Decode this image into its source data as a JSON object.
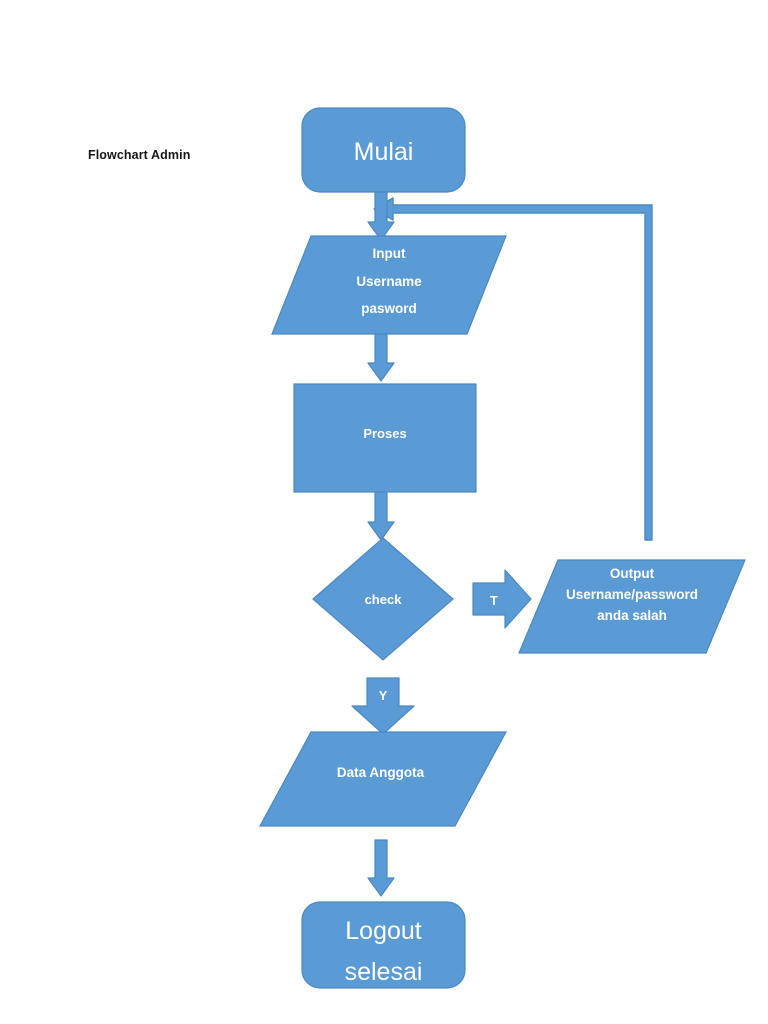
{
  "document": {
    "title": "Flowchart Admin",
    "background_color": "#ffffff"
  },
  "theme": {
    "shape_fill": "#5B9BD5",
    "shape_stroke": "#4A89C2",
    "connector_fill": "#5B9BD5",
    "connector_stroke": "#4A89C2",
    "text_color": "#ffffff",
    "title_color": "#181818"
  },
  "diagram": {
    "type": "flowchart",
    "title": "Flowchart Admin",
    "nodes": [
      {
        "id": "mulai",
        "shape": "rounded-rectangle",
        "role": "terminator-start",
        "label": "Mulai"
      },
      {
        "id": "input-login",
        "shape": "parallelogram",
        "role": "input",
        "label": "Input\nUsername\npasword",
        "lines": [
          "Input",
          "Username",
          "pasword"
        ]
      },
      {
        "id": "proses",
        "shape": "rectangle",
        "role": "process",
        "label": "Proses"
      },
      {
        "id": "check",
        "shape": "diamond",
        "role": "decision",
        "label": "check"
      },
      {
        "id": "output-salah",
        "shape": "parallelogram",
        "role": "output",
        "label": "Output\nUsername/password\nanda salah",
        "lines": [
          "Output",
          "Username/password",
          "anda salah"
        ]
      },
      {
        "id": "data-anggota",
        "shape": "parallelogram",
        "role": "data",
        "label": "Data Anggota"
      },
      {
        "id": "logout",
        "shape": "rounded-rectangle",
        "role": "terminator-end",
        "label": "Logout\nselesai",
        "lines": [
          "Logout",
          "selesai"
        ]
      }
    ],
    "branch_arrows": [
      {
        "id": "branch-true",
        "direction": "right",
        "label": "T",
        "from": "check",
        "to": "output-salah"
      },
      {
        "id": "branch-yes",
        "direction": "down",
        "label": "Y",
        "from": "check",
        "to": "data-anggota"
      }
    ],
    "connectors": [
      {
        "id": "mulai-to-input",
        "from": "mulai",
        "to": "input-login",
        "direction": "down",
        "label": ""
      },
      {
        "id": "input-to-proses",
        "from": "input-login",
        "to": "proses",
        "direction": "down",
        "label": ""
      },
      {
        "id": "proses-to-check",
        "from": "proses",
        "to": "check",
        "direction": "down",
        "label": ""
      },
      {
        "id": "data-to-logout",
        "from": "data-anggota",
        "to": "logout",
        "direction": "down",
        "label": ""
      },
      {
        "id": "feedback-loop",
        "from": "output-salah",
        "to": "input-login",
        "direction": "loop-left",
        "label": ""
      }
    ]
  }
}
